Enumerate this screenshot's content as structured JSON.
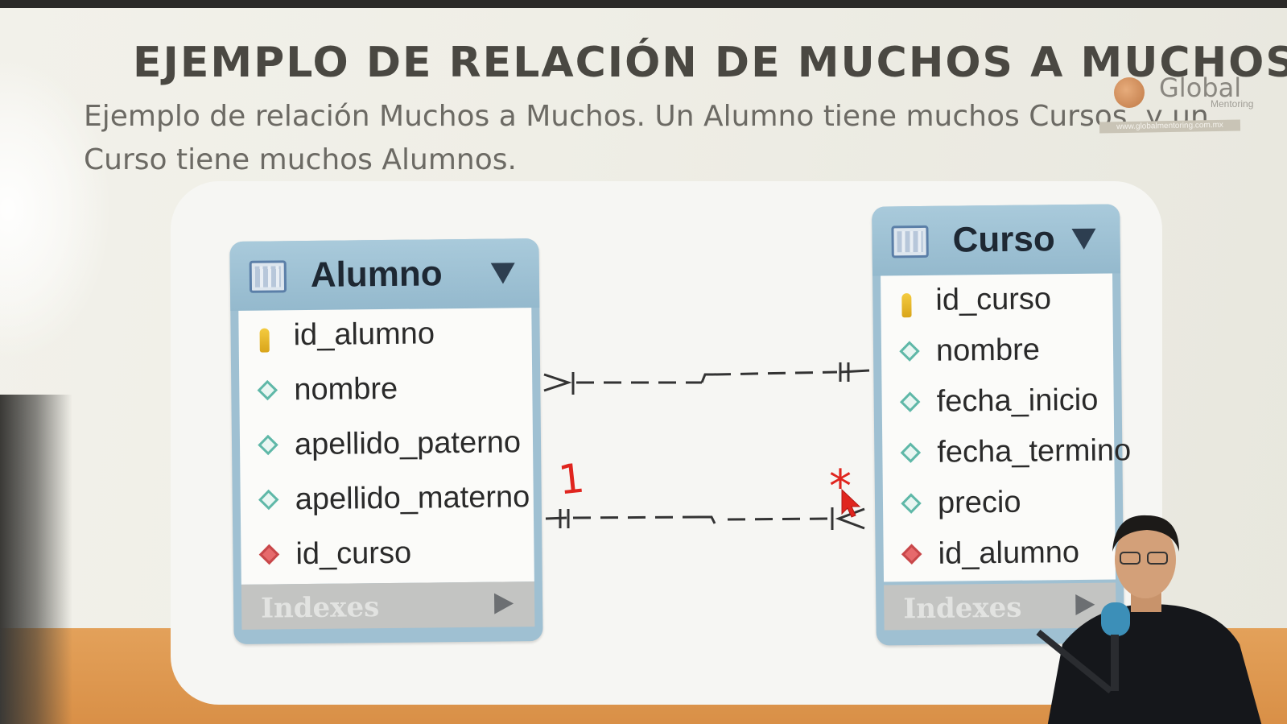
{
  "slide": {
    "title": "EJEMPLO DE RELACIÓN DE MUCHOS A MUCHOS",
    "subtitle": "Ejemplo de relación Muchos a Muchos. Un Alumno tiene muchos Cursos, y un Curso tiene muchos Alumnos."
  },
  "logo": {
    "word": "Global",
    "sub": "Mentoring",
    "url": "www.globalmentoring.com.mx"
  },
  "tables": {
    "alumno": {
      "name": "Alumno",
      "columns": [
        {
          "name": "id_alumno",
          "kind": "primary-key"
        },
        {
          "name": "nombre",
          "kind": "column"
        },
        {
          "name": "apellido_paterno",
          "kind": "column"
        },
        {
          "name": "apellido_materno",
          "kind": "column"
        },
        {
          "name": "id_curso",
          "kind": "foreign-key"
        }
      ],
      "indexes_label": "Indexes"
    },
    "curso": {
      "name": "Curso",
      "columns": [
        {
          "name": "id_curso",
          "kind": "primary-key"
        },
        {
          "name": "nombre",
          "kind": "column"
        },
        {
          "name": "fecha_inicio",
          "kind": "column"
        },
        {
          "name": "fecha_termino",
          "kind": "column"
        },
        {
          "name": "precio",
          "kind": "column"
        },
        {
          "name": "id_alumno",
          "kind": "foreign-key"
        }
      ],
      "indexes_label": "Indexes"
    }
  },
  "annotations": {
    "one": "1",
    "many": "*"
  },
  "colors": {
    "table_header": "#9fc0d2",
    "annotation": "#e0251e",
    "bottom_band": "#d88e45"
  }
}
